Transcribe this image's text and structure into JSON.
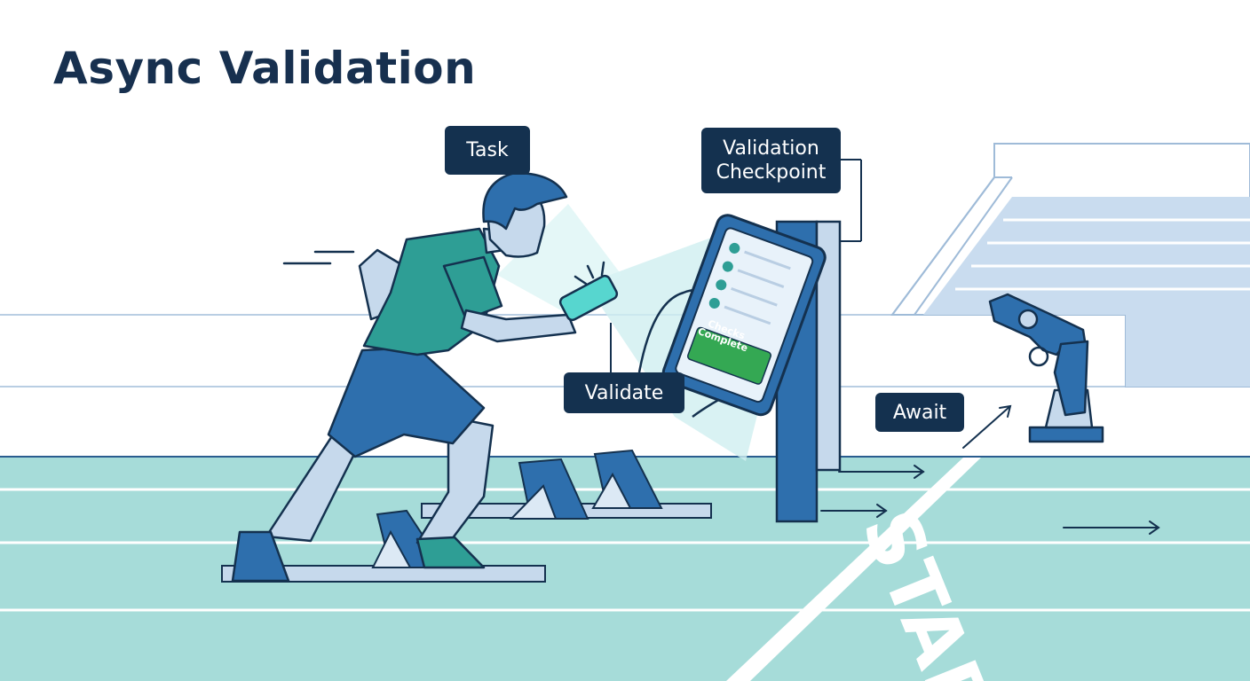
{
  "title": "Async Validation",
  "labels": {
    "task": "Task",
    "checkpoint_line1": "Validation",
    "checkpoint_line2": "Checkpoint",
    "validate": "Validate",
    "await": "Await"
  },
  "tablet": {
    "badge_line1": "Checks",
    "badge_line2": "Complete"
  },
  "track": {
    "marking": "START"
  },
  "colors": {
    "navy": "#14314f",
    "track_teal": "#a6dcd9",
    "shirt_teal": "#2e9e95",
    "blue": "#2e6fad",
    "light_blue": "#c6d9ec",
    "green": "#34a853"
  }
}
